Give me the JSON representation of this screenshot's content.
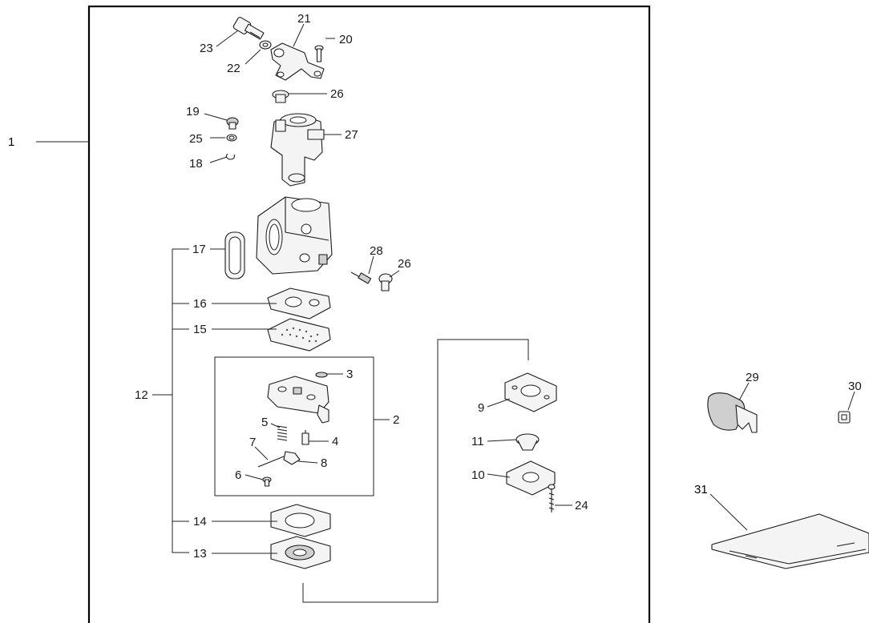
{
  "callouts": {
    "c1": "1",
    "c2": "2",
    "c3": "3",
    "c4": "4",
    "c5": "5",
    "c6": "6",
    "c7": "7",
    "c8": "8",
    "c9": "9",
    "c10": "10",
    "c11": "11",
    "c12": "12",
    "c13": "13",
    "c14": "14",
    "c15": "15",
    "c16": "16",
    "c17": "17",
    "c18": "18",
    "c19": "19",
    "c20": "20",
    "c21": "21",
    "c22": "22",
    "c23": "23",
    "c24": "24",
    "c25": "25",
    "c26a": "26",
    "c26b": "26",
    "c27": "27",
    "c28": "28",
    "c29": "29",
    "c30": "30",
    "c31": "31"
  }
}
